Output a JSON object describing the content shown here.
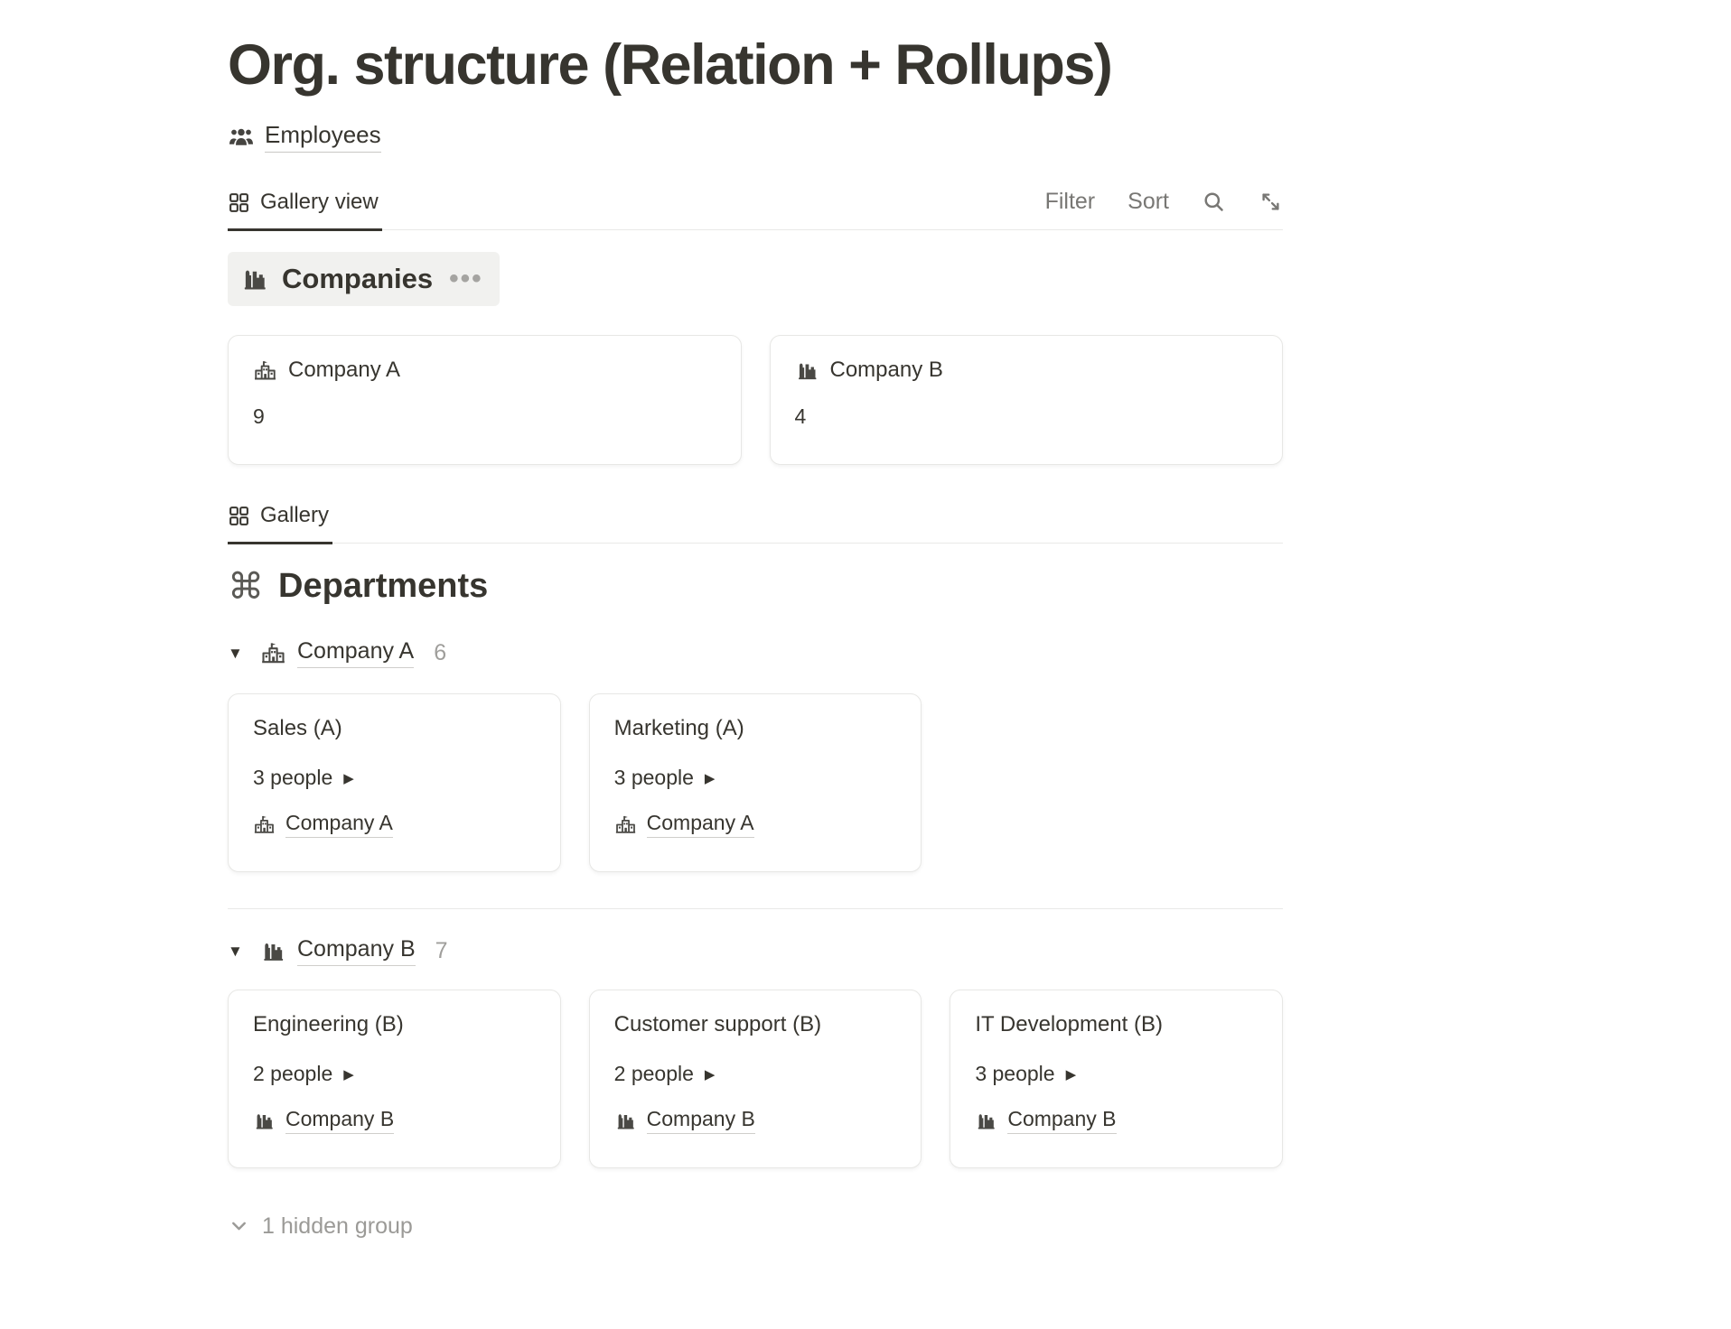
{
  "page": {
    "title": "Org. structure (Relation + Rollups)"
  },
  "breadcrumb": {
    "label": "Employees"
  },
  "toolbar": {
    "filter_label": "Filter",
    "sort_label": "Sort"
  },
  "tabs": {
    "gallery_view": "Gallery view",
    "gallery": "Gallery"
  },
  "companies_section": {
    "title": "Companies",
    "menu_dots": "•••",
    "cards": [
      {
        "name": "Company A",
        "count": "9"
      },
      {
        "name": "Company B",
        "count": "4"
      }
    ]
  },
  "departments_section": {
    "title": "Departments",
    "groups": [
      {
        "company": "Company A",
        "count": "6",
        "cards": [
          {
            "title": "Sales (A)",
            "people": "3 people",
            "company": "Company A"
          },
          {
            "title": "Marketing (A)",
            "people": "3 people",
            "company": "Company A"
          }
        ]
      },
      {
        "company": "Company B",
        "count": "7",
        "cards": [
          {
            "title": "Engineering (B)",
            "people": "2 people",
            "company": "Company B"
          },
          {
            "title": "Customer support (B)",
            "people": "2 people",
            "company": "Company B"
          },
          {
            "title": "IT Development (B)",
            "people": "3 people",
            "company": "Company B"
          }
        ]
      }
    ],
    "hidden_group_label": "1 hidden group"
  },
  "glyphs": {
    "collapse_triangle": "▼",
    "play": "▶",
    "command": "⌘"
  },
  "colors": {
    "text": "#37352f",
    "secondary_text": "#787774",
    "muted_text": "#9b9a97",
    "border": "#e9e9e7",
    "pill_background": "#f1f1ef",
    "active_tab_underline": "#37352f"
  }
}
